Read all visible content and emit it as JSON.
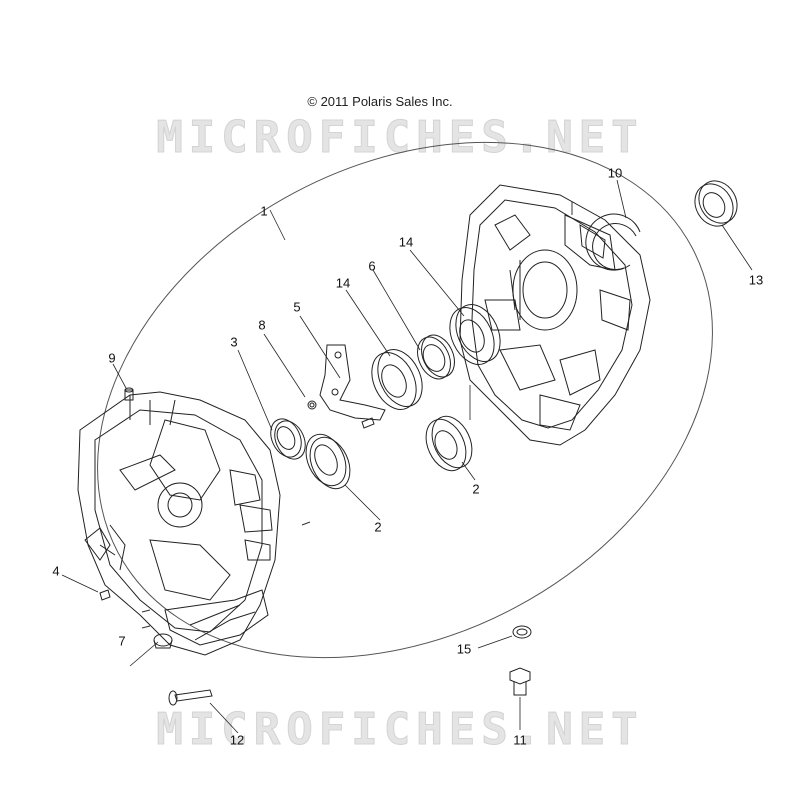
{
  "copyright": "© 2011 Polaris Sales Inc.",
  "watermark": "MICROFICHES.NET",
  "callouts": [
    "1",
    "2",
    "2",
    "3",
    "4",
    "5",
    "6",
    "7",
    "8",
    "9",
    "10",
    "11",
    "12",
    "13",
    "14",
    "14",
    "15"
  ]
}
